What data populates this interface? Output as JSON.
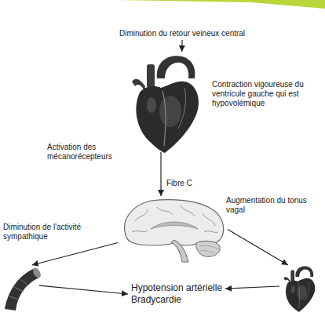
{
  "diagram": {
    "nodes": [
      {
        "text": [
          "Diminution du retour veineux central"
        ]
      },
      {
        "text": [
          "Contraction vigoureuse du ventricule gauche qui est hypovolémique"
        ]
      },
      {
        "text": []
      },
      {
        "text": []
      },
      {
        "text": [
          "Hypotension artérielle",
          "Bradycardie"
        ]
      },
      {
        "text": []
      }
    ],
    "edges": [
      {
        "from": 0,
        "to": 1,
        "arrow": "to"
      },
      {
        "from": 1,
        "to": 2,
        "label": "Fibre C",
        "arrow": "to"
      },
      {
        "from": 2,
        "to": 3,
        "label": "Diminution de l'activité sympathique",
        "arrow": "to"
      },
      {
        "from": 2,
        "to": 5,
        "label": "Augmentation du tonus vagal",
        "arrow": "to"
      },
      {
        "from": 3,
        "to": 4,
        "arrow": "to"
      },
      {
        "from": 5,
        "to": 4,
        "arrow": "to"
      }
    ],
    "labels": [
      "Activation des mécanorécepteurs"
    ]
  }
}
